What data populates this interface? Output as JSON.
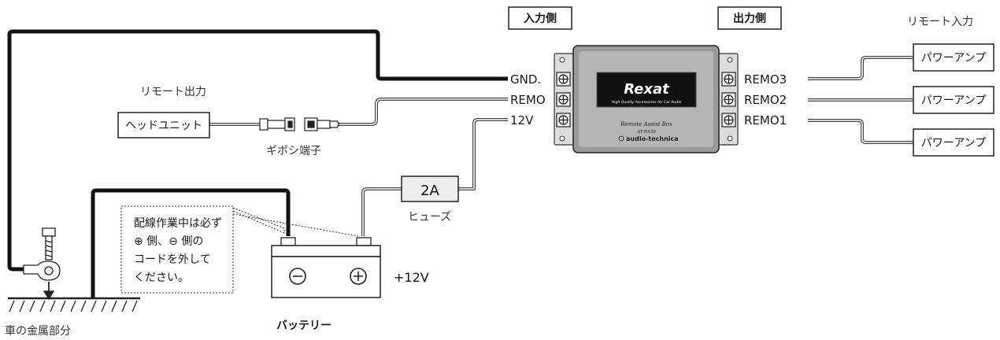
{
  "input_side_label": "入力側",
  "output_side_label": "出力側",
  "remote_input_label": "リモート入力",
  "remote_output_label": "リモート出力",
  "head_unit_label": "ヘッドユニット",
  "connector_label": "ギボシ端子",
  "fuse_value": "2A",
  "fuse_label": "ヒューズ",
  "battery_label": "バッテリー",
  "battery_voltage": "+12V",
  "battery_neg_symbol": "⊖",
  "battery_pos_symbol": "⊕",
  "chassis_label": "車の金属部分",
  "warning_lines": [
    "配線作業中は必ず",
    "⊕ 側、⊖ 側の",
    "コードを外して",
    "ください。"
  ],
  "input_ports": [
    "GND.",
    "REMO",
    "12V"
  ],
  "output_ports": [
    "REMO3",
    "REMO2",
    "REMO1"
  ],
  "amp_label": "パワーアンプ",
  "device": {
    "brand": "Rexat",
    "tagline": "High Quality Accessories for Car Audio",
    "name": "Remote Assist Box",
    "model": "AT-RX39",
    "maker": "audio-technica"
  }
}
